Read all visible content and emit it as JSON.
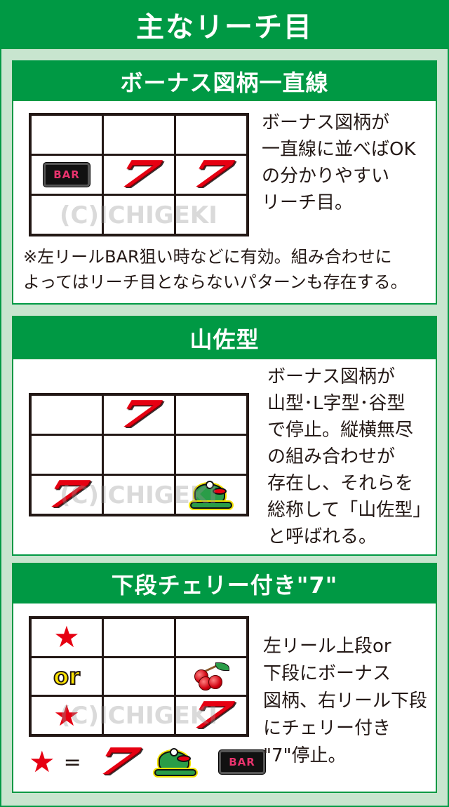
{
  "page": {
    "title": "主なリーチ目",
    "colors": {
      "primary_green": "#009944",
      "light_green": "#c8e5cf",
      "text": "#231815",
      "seven_red": "#e60012",
      "star_red": "#e60012",
      "or_yellow": "#ffe600"
    }
  },
  "watermark": "(C)ICHIGEKI",
  "sections": [
    {
      "title": "ボーナス図柄一直線",
      "grid": [
        [
          "",
          "",
          ""
        ],
        [
          "bar-icon",
          "seven-icon",
          "seven-icon"
        ],
        [
          "",
          "",
          ""
        ]
      ],
      "symbol_labels": {
        "bar": "BAR",
        "seven": "7"
      },
      "description": "ボーナス図柄が\n一直線に並べばOK\nの分かりやすい\nリーチ目。",
      "note": "※左リールBAR狙い時などに有効。組み合わせに\nよってはリーチ目とならないパターンも存在する。"
    },
    {
      "title": "山佐型",
      "grid": [
        [
          "",
          "seven-icon",
          ""
        ],
        [
          "",
          "",
          ""
        ],
        [
          "seven-icon",
          "",
          "frog-icon"
        ]
      ],
      "symbol_labels": {
        "seven": "7"
      },
      "description": "ボーナス図柄が\n山型･L字型･谷型\nで停止。縦横無尽\nの組み合わせが\n存在し、それらを\n総称して「山佐型」\nと呼ばれる。"
    },
    {
      "title": "下段チェリー付き\"7\"",
      "grid": [
        [
          "star-icon",
          "",
          ""
        ],
        [
          "or-label",
          "",
          "cherry-icon"
        ],
        [
          "star-icon",
          "",
          "seven-icon"
        ]
      ],
      "symbol_labels": {
        "star": "★",
        "or": "or",
        "seven": "7",
        "bar": "BAR"
      },
      "legend": {
        "star": "★",
        "equals": "=",
        "symbols": [
          "seven-icon",
          "frog-icon",
          "bar-icon"
        ]
      },
      "description": "左リール上段or\n下段にボーナス\n図柄、右リール下段\nにチェリー付き\n\"7\"停止。"
    }
  ]
}
